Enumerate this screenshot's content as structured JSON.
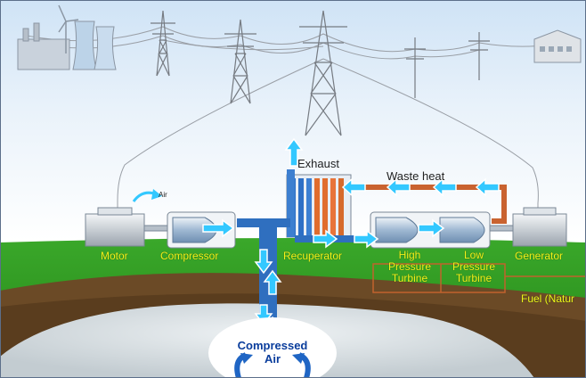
{
  "labels": {
    "exhaust": "Exhaust",
    "waste_heat": "Waste heat",
    "air": "Air",
    "motor": "Motor",
    "compressor": "Compressor",
    "recuperator": "Recuperator",
    "hp_turbine": [
      "High",
      "Pressure",
      "Turbine"
    ],
    "lp_turbine": [
      "Low",
      "Pressure",
      "Turbine"
    ],
    "generator": "Generator",
    "fuel": "Fuel (Natur",
    "cavern": [
      "Compressed",
      "Air"
    ]
  },
  "colors": {
    "grass": "#2f9a22",
    "soil": "#6b4a26",
    "cavern": "#d6dde0",
    "pipe": "#3d7fd0",
    "flow_arrow": "#33c8ff",
    "hot_pipe": "#e8743a",
    "label_green": "#f2f21a",
    "label_blue": "#0a3d9c"
  }
}
